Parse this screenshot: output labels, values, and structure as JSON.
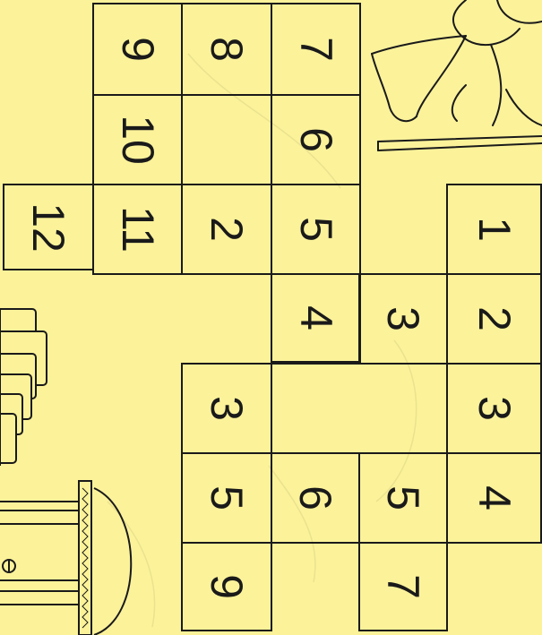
{
  "figure": {
    "subject": "Hopscotch grids (rotated 90 degrees)",
    "background_color": "#fbf29a",
    "line_color": "#1a1a1a",
    "decorations": [
      "person-hopping-sketch-icon",
      "stacked-books-sketch-icon",
      "temple-columns-sketch-icon"
    ]
  },
  "grid_left": {
    "cells": [
      {
        "label": "7"
      },
      {
        "label": "8"
      },
      {
        "label": "9"
      },
      {
        "label": "6"
      },
      {
        "label": ""
      },
      {
        "label": "10"
      },
      {
        "label": "5"
      },
      {
        "label": "2"
      },
      {
        "label": "11"
      },
      {
        "label": "12"
      },
      {
        "label": "4"
      }
    ]
  },
  "grid_right": {
    "cells": [
      {
        "label": "1"
      },
      {
        "label": "2"
      },
      {
        "label": "3"
      },
      {
        "label": "3"
      },
      {
        "label": "3"
      },
      {
        "label": "4"
      },
      {
        "label": "5"
      },
      {
        "label": "6"
      },
      {
        "label": "5"
      },
      {
        "label": "7"
      },
      {
        "label": "9"
      }
    ]
  }
}
